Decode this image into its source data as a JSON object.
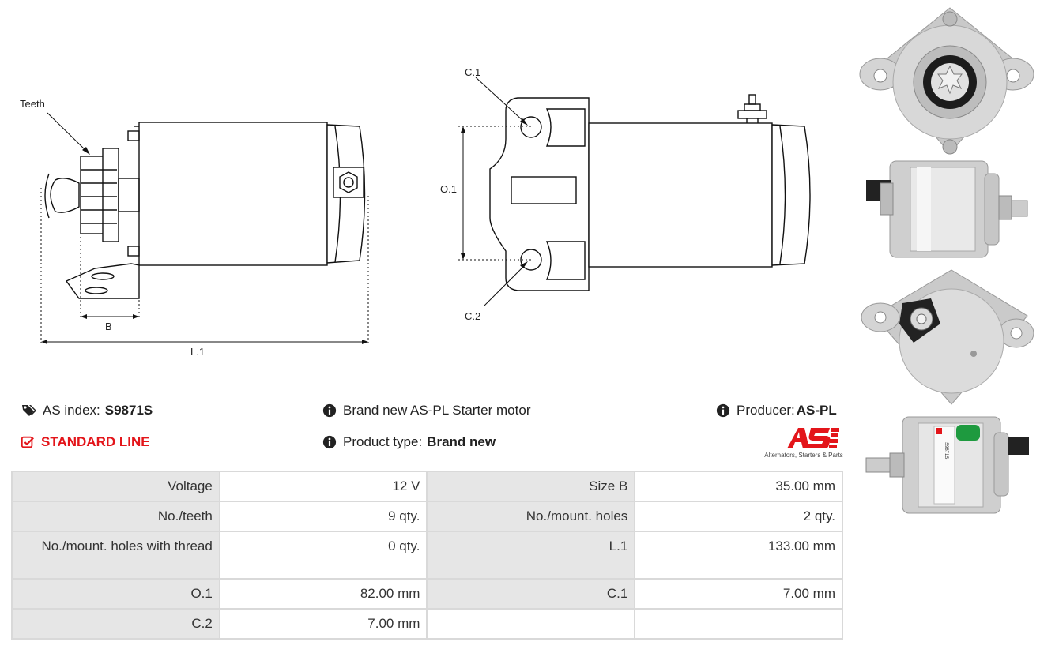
{
  "drawing": {
    "labels": {
      "teeth": "Teeth",
      "b": "B",
      "l1": "L.1",
      "c1": "C.1",
      "o1": "O.1",
      "c2": "C.2"
    }
  },
  "info": {
    "as_index_label": "AS index:",
    "as_index_value": "S9871S",
    "line": "STANDARD LINE",
    "description": "Brand new AS-PL Starter motor",
    "product_type_label": "Product type:",
    "product_type_value": "Brand new",
    "producer_label": "Producer:",
    "producer_value": "AS-PL"
  },
  "logo": {
    "text": "AS",
    "tagline": "Alternators, Starters & Parts"
  },
  "specs": [
    {
      "k1": "Voltage",
      "v1": "12 V",
      "k2": "Size B",
      "v2": "35.00 mm"
    },
    {
      "k1": "No./teeth",
      "v1": "9 qty.",
      "k2": "No./mount. holes",
      "v2": "2 qty."
    },
    {
      "k1": "No./mount. holes with thread",
      "v1": "0 qty.",
      "k2": "L.1",
      "v2": "133.00 mm"
    },
    {
      "k1": "O.1",
      "v1": "82.00 mm",
      "k2": "C.1",
      "v2": "7.00 mm"
    },
    {
      "k1": "C.2",
      "v1": "7.00 mm",
      "k2": "",
      "v2": ""
    }
  ],
  "photo_label": "S9871S",
  "colors": {
    "accent_red": "#e3151a",
    "table_key_bg": "#e6e6e6",
    "table_border": "#d9d9d9"
  }
}
